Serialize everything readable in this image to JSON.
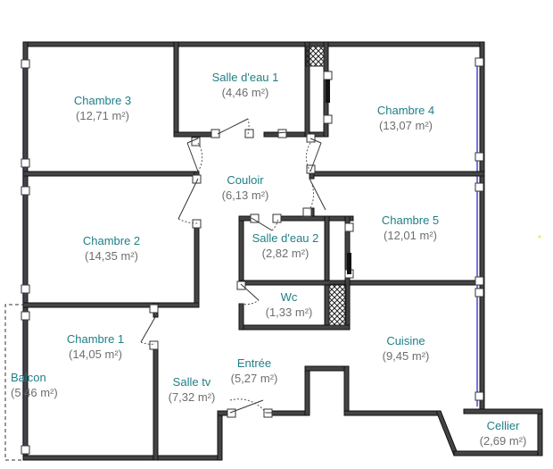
{
  "rooms": {
    "chambre3": {
      "name": "Chambre 3",
      "area": "(12,71 m²)"
    },
    "salle_eau1": {
      "name": "Salle d'eau 1",
      "area": "(4,46 m²)"
    },
    "chambre4": {
      "name": "Chambre 4",
      "area": "(13,07 m²)"
    },
    "couloir": {
      "name": "Couloir",
      "area": "(6,13 m²)"
    },
    "chambre2": {
      "name": "Chambre 2",
      "area": "(14,35 m²)"
    },
    "salle_eau2": {
      "name": "Salle d'eau 2",
      "area": "(2,82 m²)"
    },
    "chambre5": {
      "name": "Chambre 5",
      "area": "(12,01 m²)"
    },
    "wc": {
      "name": "Wc",
      "area": "(1,33 m²)"
    },
    "chambre1": {
      "name": "Chambre 1",
      "area": "(14,05 m²)"
    },
    "cuisine": {
      "name": "Cuisine",
      "area": "(9,45 m²)"
    },
    "balcon": {
      "name": "Balcon",
      "area": "(5,46 m²)"
    },
    "salle_tv": {
      "name": "Salle tv",
      "area": "(7,32 m²)"
    },
    "entree": {
      "name": "Entrée",
      "area": "(5,27 m²)"
    },
    "cellier": {
      "name": "Cellier",
      "area": "(2,69 m²)"
    }
  },
  "colors": {
    "room_name": "#1f7f86",
    "room_area": "#6e6e6e",
    "window": "#2b2bd6",
    "wall": "#444444"
  }
}
